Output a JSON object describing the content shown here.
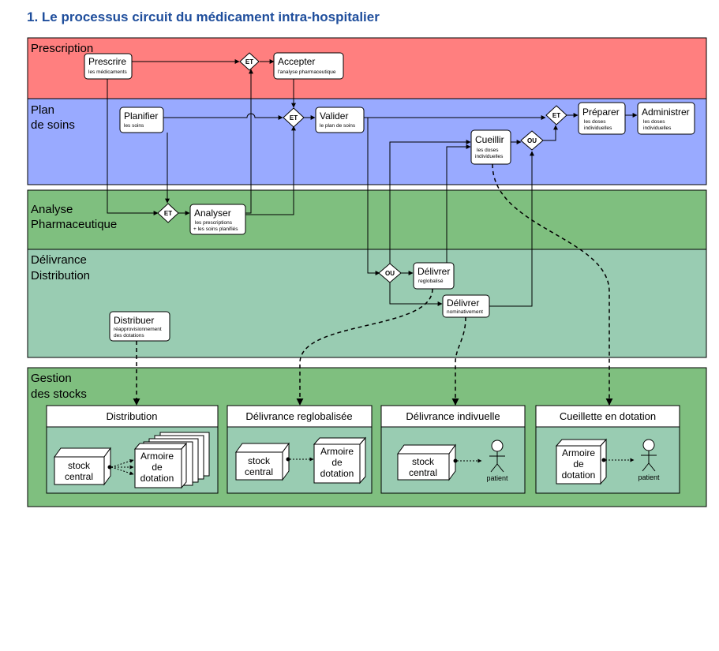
{
  "title": "1.  Le processus circuit du médicament intra-hospitalier",
  "colors": {
    "prescription": "#ff7f7f",
    "plan": "#99aaff",
    "analyse": "#7fbf7f",
    "delivrance": "#99ccb2",
    "gestion": "#7fbf7f",
    "panel_body": "#99ccb2",
    "cube": "#ffffff",
    "title_blue": "#1f4e9c"
  },
  "lanes": {
    "prescription": "Prescription",
    "plan_1": "Plan",
    "plan_2": "de soins",
    "analyse_1": "Analyse",
    "analyse_2": "Pharmaceutique",
    "delivrance_1": "Délivrance",
    "delivrance_2": "Distribution",
    "gestion_1": "Gestion",
    "gestion_2": "des stocks"
  },
  "activities": {
    "prescrire": {
      "title": "Prescrire",
      "sub": "les médicaments"
    },
    "accepter": {
      "title": "Accepter",
      "sub": "l'analyse pharmaceutique"
    },
    "planifier": {
      "title": "Planifier",
      "sub": "les soins"
    },
    "valider": {
      "title": "Valider",
      "sub": "le plan de soins"
    },
    "preparer": {
      "title": "Préparer",
      "sub1": "les doses",
      "sub2": "individuelles"
    },
    "administrer": {
      "title": "Administrer",
      "sub1": "les doses",
      "sub2": "individuelles"
    },
    "cueillir": {
      "title": "Cueillir",
      "sub1": "les doses",
      "sub2": "individuelles"
    },
    "analyser": {
      "title": "Analyser",
      "sub1": "les prescriptions",
      "sub2": "+ les soins planifiés"
    },
    "delivrer_reglo": {
      "title": "Délivrer",
      "sub": "reglobalisé"
    },
    "delivrer_nomi": {
      "title": "Délivrer",
      "sub": "nominativement"
    },
    "distribuer": {
      "title": "Distribuer",
      "sub1": "réapprovisionnement",
      "sub2": "des dotations"
    }
  },
  "gateways": {
    "et": "ET",
    "ou": "OU"
  },
  "panels": {
    "distribution": {
      "title": "Distribution",
      "stock_1": "stock",
      "stock_2": "central",
      "armoire_1": "Armoire",
      "armoire_2": "de",
      "armoire_3": "dotation"
    },
    "reglobalisee": {
      "title": "Délivrance reglobalisée",
      "stock_1": "stock",
      "stock_2": "central",
      "armoire_1": "Armoire",
      "armoire_2": "de",
      "armoire_3": "dotation"
    },
    "indivuelle": {
      "title": "Délivrance indivuelle",
      "stock_1": "stock",
      "stock_2": "central",
      "patient": "patient"
    },
    "cueillette": {
      "title": "Cueillette en dotation",
      "armoire_1": "Armoire",
      "armoire_2": "de",
      "armoire_3": "dotation",
      "patient": "patient"
    }
  }
}
